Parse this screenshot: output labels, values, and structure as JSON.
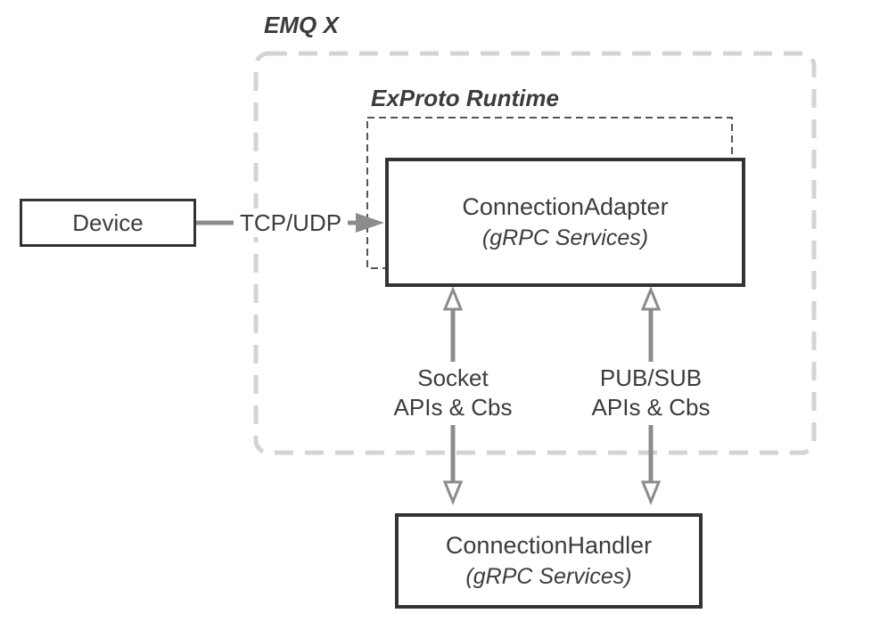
{
  "diagram": {
    "container_label": "EMQ X",
    "runtime_label": "ExProto Runtime",
    "nodes": {
      "device": {
        "label": "Device"
      },
      "connection_adapter": {
        "title": "ConnectionAdapter",
        "subtitle": "(gRPC Services)"
      },
      "connection_handler": {
        "title": "ConnectionHandler",
        "subtitle": "(gRPC Services)"
      }
    },
    "edges": {
      "tcp_udp": {
        "label": "TCP/UDP",
        "direction": "right"
      },
      "socket": {
        "label_line1": "Socket",
        "label_line2": "APIs & Cbs",
        "direction": "bidirectional"
      },
      "pubsub": {
        "label_line1": "PUB/SUB",
        "label_line2": "APIs & Cbs",
        "direction": "bidirectional"
      }
    },
    "colors": {
      "container_dash": "#d4d4d4",
      "runtime_dash": "#555555",
      "box_border": "#333333",
      "arrow": "#8c8c8c",
      "text": "#3c3c3c",
      "background": "#ffffff"
    }
  }
}
